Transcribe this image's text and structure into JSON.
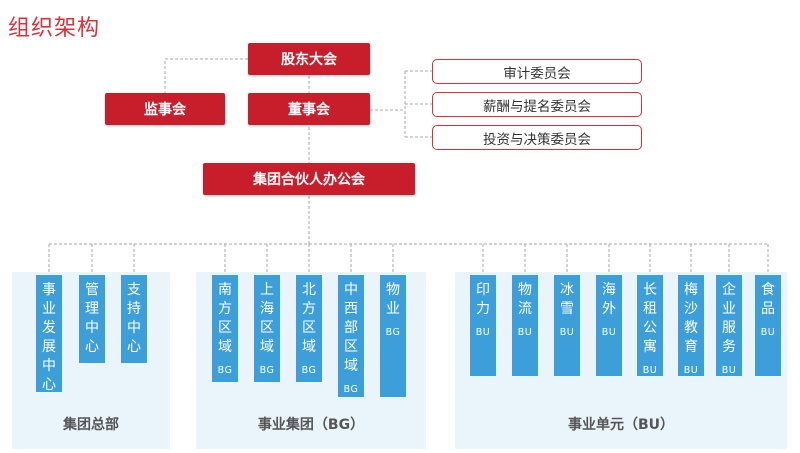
{
  "title": "组织架构",
  "top": {
    "shareholders": "股东大会",
    "supervisors": "监事会",
    "board": "董事会",
    "partners_office": "集团合伙人办公会"
  },
  "committees": [
    "审计委员会",
    "薪酬与提名委员会",
    "投资与决策委员会"
  ],
  "groups": [
    {
      "label": "集团总部",
      "units": [
        {
          "name": "事业发展中心",
          "abbr": ""
        },
        {
          "name": "管理中心",
          "abbr": ""
        },
        {
          "name": "支持中心",
          "abbr": ""
        }
      ]
    },
    {
      "label": "事业集团（BG）",
      "units": [
        {
          "name": "南方区域",
          "abbr": "BG"
        },
        {
          "name": "上海区域",
          "abbr": "BG"
        },
        {
          "name": "北方区域",
          "abbr": "BG"
        },
        {
          "name": "中西部区域",
          "abbr": "BG"
        },
        {
          "name": "物业",
          "abbr": "BG"
        }
      ]
    },
    {
      "label": "事业单元（BU）",
      "units": [
        {
          "name": "印力",
          "abbr": "BU"
        },
        {
          "name": "物流",
          "abbr": "BU"
        },
        {
          "name": "冰雪",
          "abbr": "BU"
        },
        {
          "name": "海外",
          "abbr": "BU"
        },
        {
          "name": "长租公寓",
          "abbr": "BU"
        },
        {
          "name": "梅沙教育",
          "abbr": "BU"
        },
        {
          "name": "企业服务",
          "abbr": "BU"
        },
        {
          "name": "食品",
          "abbr": "BU"
        }
      ]
    }
  ],
  "colors": {
    "red": "#c81e2b",
    "outline": "#d9303a",
    "bar": "#3c9fd9",
    "panel": "#e9f4fb",
    "connector": "#aaaaaa"
  }
}
